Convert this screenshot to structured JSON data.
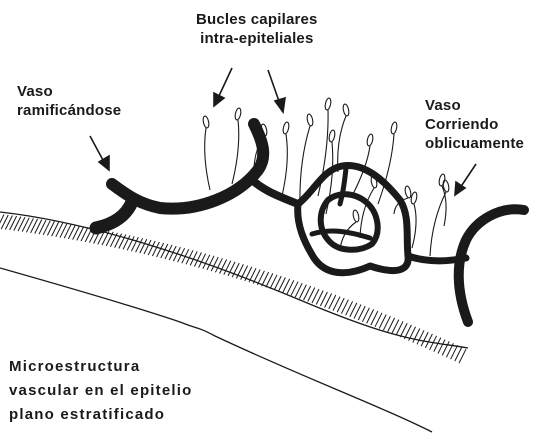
{
  "labels": {
    "capillary_loops": [
      "Bucles capilares",
      "intra-epiteliales"
    ],
    "branching_vessel": [
      "Vaso",
      "ramificándose"
    ],
    "oblique_vessel": [
      "Vaso",
      "Corriendo",
      "oblicuamente"
    ],
    "caption": [
      "Microestructura",
      "vascular en el epitelio",
      "plano estratificado"
    ]
  },
  "colors": {
    "ink": "#1a1a1a",
    "background": "#ffffff"
  }
}
